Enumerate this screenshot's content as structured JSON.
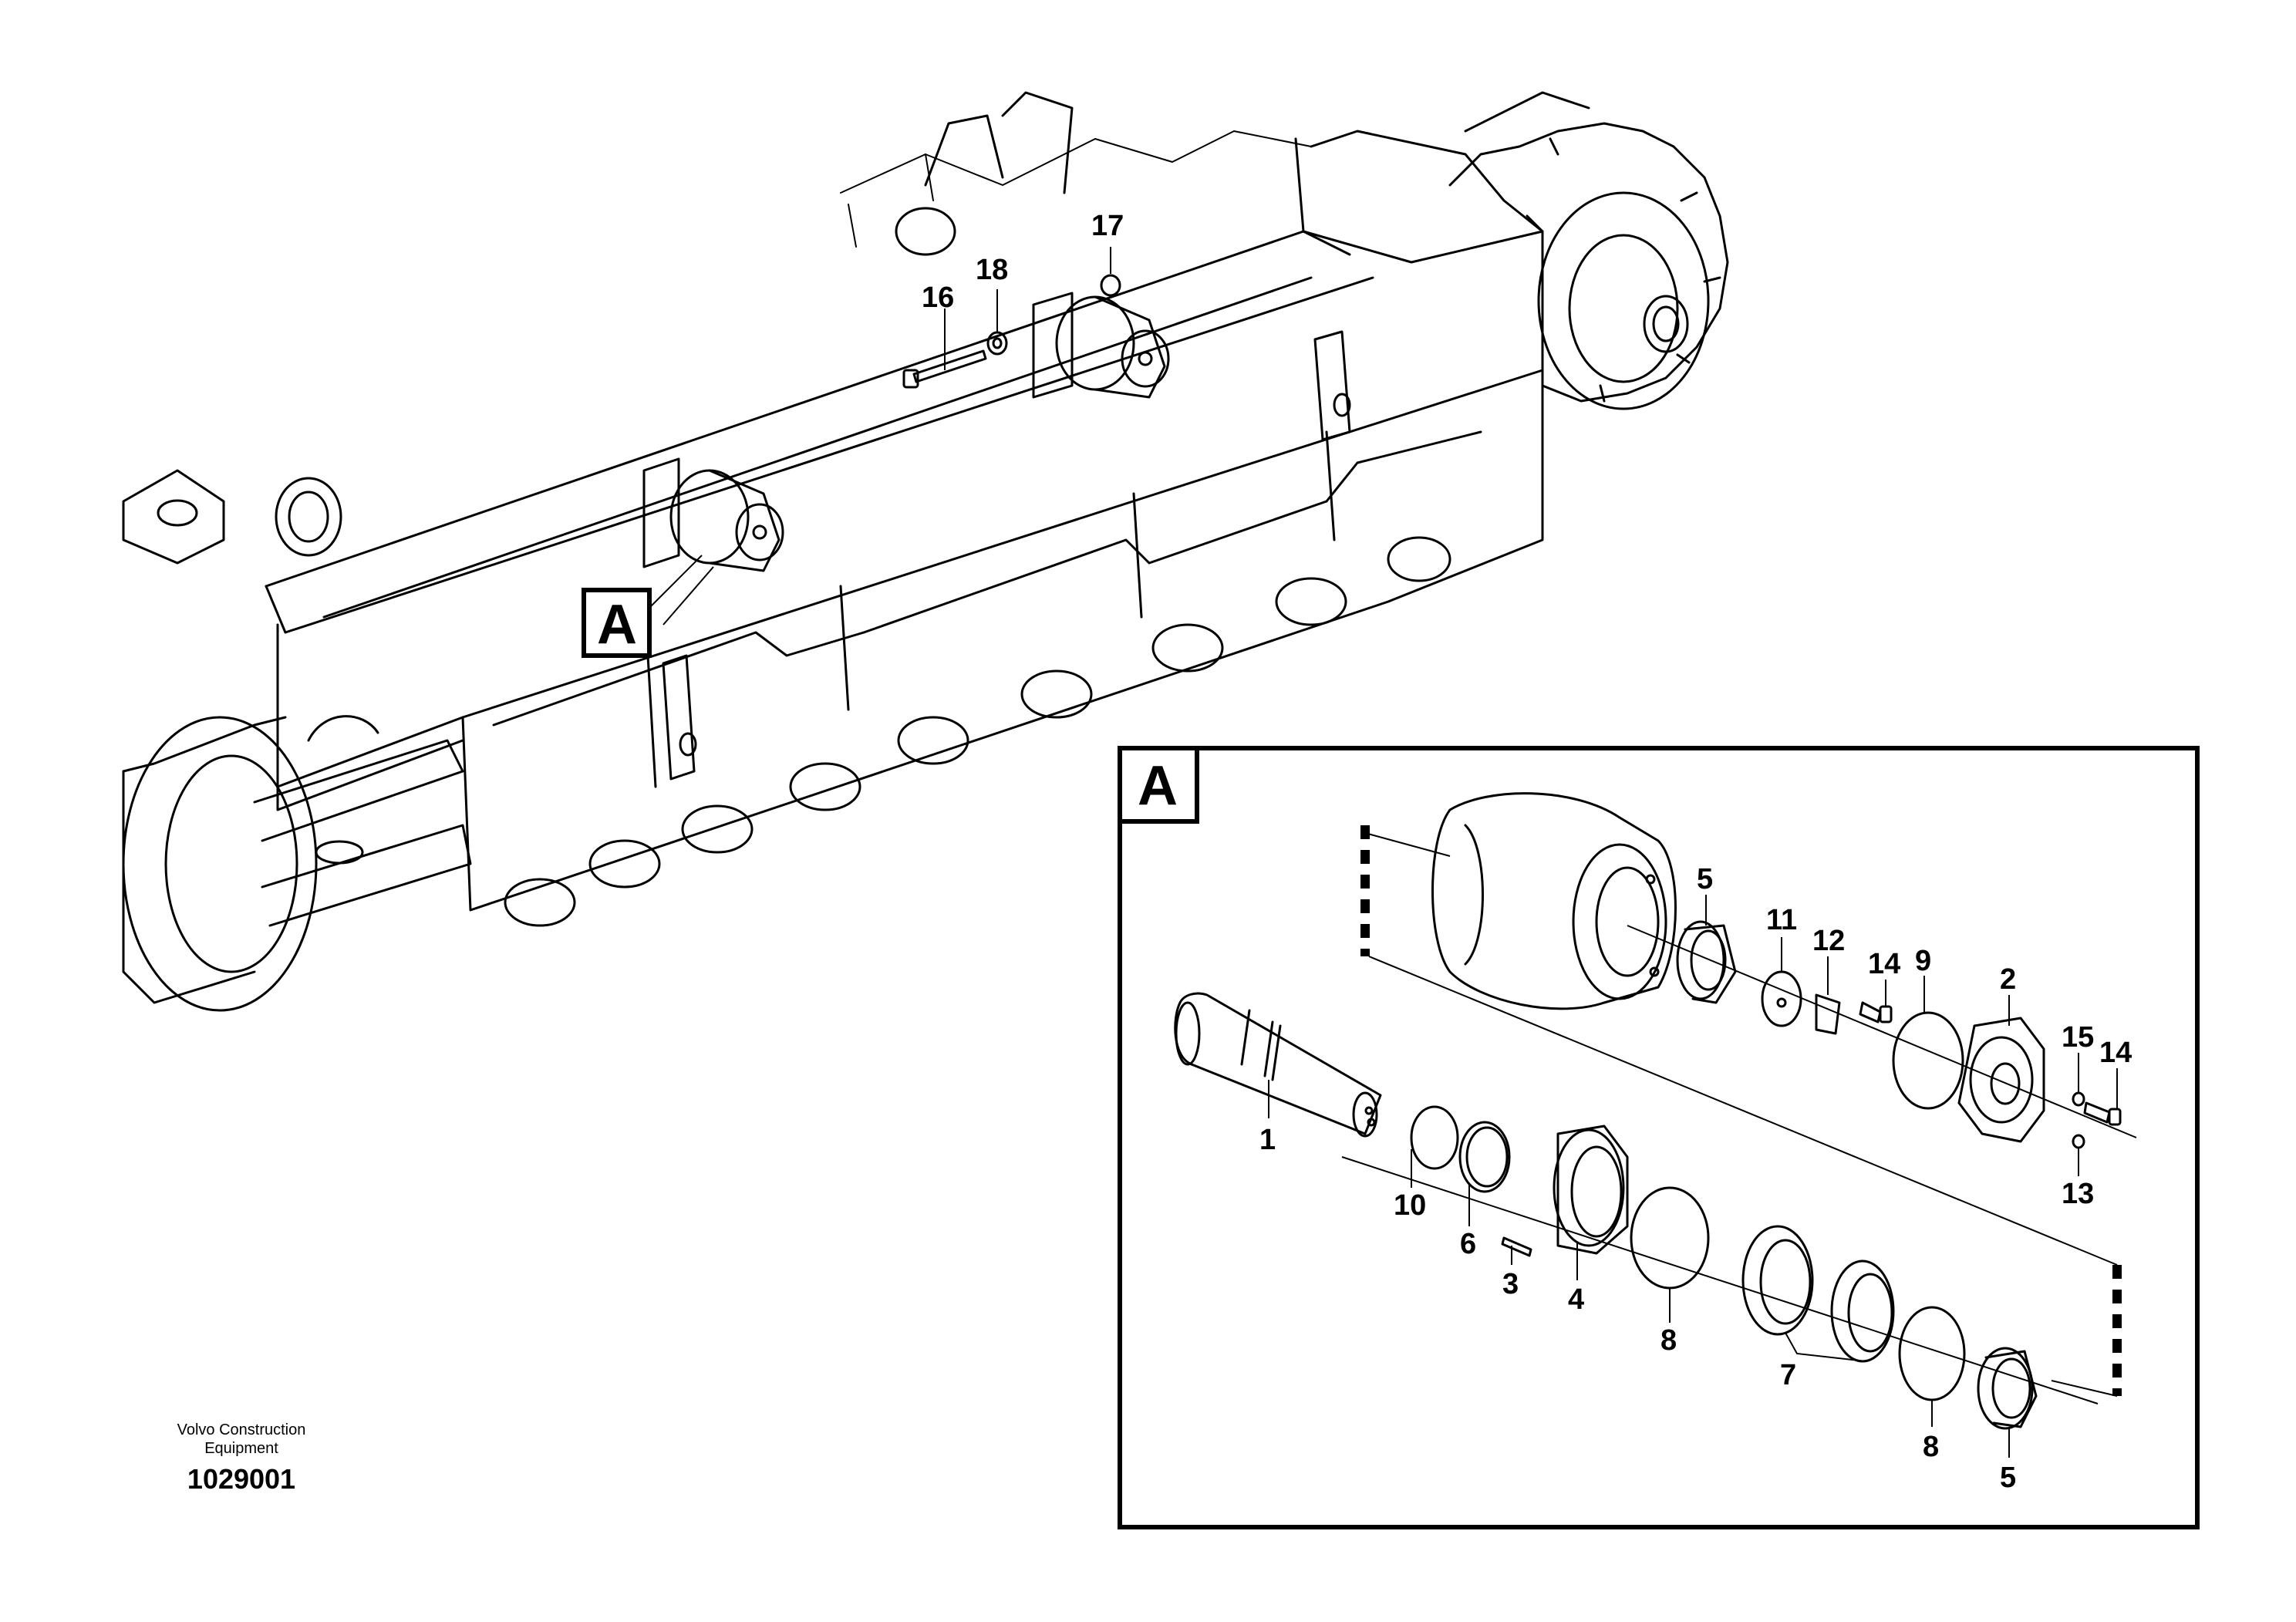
{
  "callouts": {
    "detail_ref_main": "A",
    "detail_ref_box": "A",
    "c16": "16",
    "c17": "17",
    "c18": "18",
    "c1": "1",
    "c2": "2",
    "c3": "3",
    "c4": "4",
    "c5a": "5",
    "c5b": "5",
    "c6": "6",
    "c7": "7",
    "c8a": "8",
    "c8b": "8",
    "c9": "9",
    "c10": "10",
    "c11": "11",
    "c12": "12",
    "c13": "13",
    "c14a": "14",
    "c14b": "14",
    "c15": "15"
  },
  "footer": {
    "brand_line1": "Volvo Construction",
    "brand_line2": "Equipment",
    "drawing_number": "1029001"
  }
}
